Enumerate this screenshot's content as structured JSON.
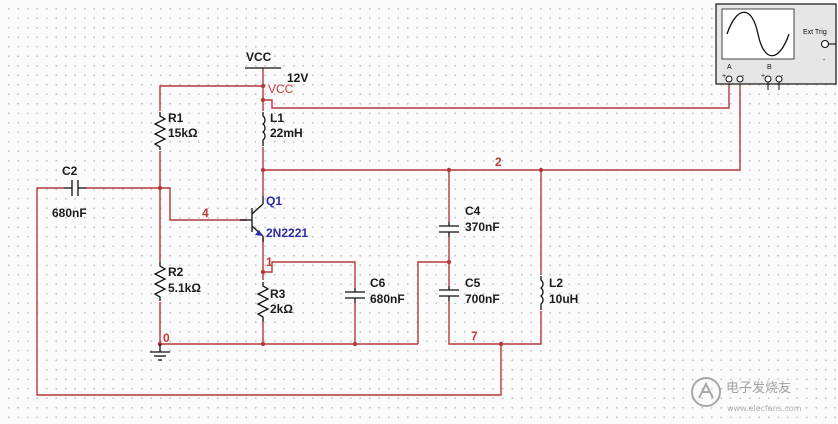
{
  "power": {
    "net_label": "VCC",
    "voltage": "12V",
    "pin_label": "VCC"
  },
  "components": {
    "r1": {
      "ref": "R1",
      "value": "15kΩ"
    },
    "r2": {
      "ref": "R2",
      "value": "5.1kΩ"
    },
    "r3": {
      "ref": "R3",
      "value": "2kΩ"
    },
    "l1": {
      "ref": "L1",
      "value": "22mH"
    },
    "l2": {
      "ref": "L2",
      "value": "10uH"
    },
    "c2": {
      "ref": "C2",
      "value": "680nF"
    },
    "c4": {
      "ref": "C4",
      "value": "370nF"
    },
    "c5": {
      "ref": "C5",
      "value": "700nF"
    },
    "c6": {
      "ref": "C6",
      "value": "680nF"
    },
    "q1": {
      "ref": "Q1",
      "value": "2N2221"
    }
  },
  "nets": {
    "n0": "0",
    "n1": "1",
    "n2": "2",
    "n4": "4",
    "n7": "7"
  },
  "oscilloscope": {
    "ext_trig": "Ext Trig",
    "ch_a": "A",
    "ch_b": "B",
    "plus": "+",
    "minus": "-"
  },
  "watermark": {
    "logo_text": "电子发烧友",
    "site": "www.elecfans.com"
  },
  "colors": {
    "wire": "#b33a3a",
    "net_label": "#c23838",
    "transistor_label": "#2a2aa8",
    "scope_screen": "#ffffff"
  }
}
